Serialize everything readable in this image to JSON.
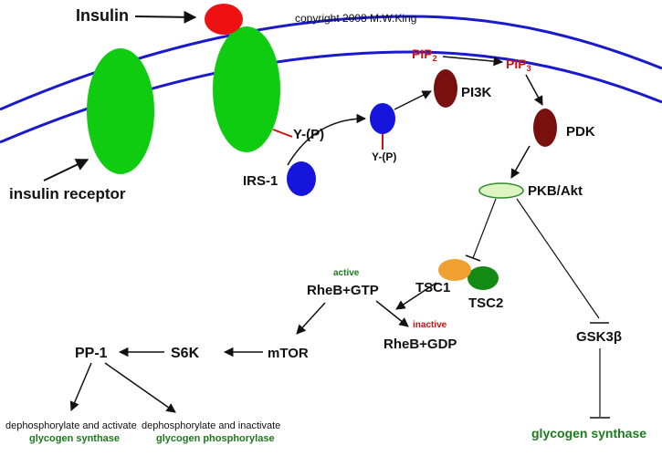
{
  "copyright": "copyright 2008 M.W.King",
  "labels": {
    "insulin": "Insulin",
    "insulin_receptor": "insulin receptor",
    "y_p_receptor": "Y-(P)",
    "irs1": "IRS-1",
    "y_p_irs": "Y-(P)",
    "pi3k": "PI3K",
    "pip2": "PIP",
    "pip2_sub": "2",
    "pip3": "PIP",
    "pip3_sub": "3",
    "pdk": "PDK",
    "pkb_akt": "PKB/Akt",
    "tsc1": "TSC1",
    "tsc2": "TSC2",
    "active": "active",
    "rheb_gtp": "RheB+GTP",
    "inactive": "inactive",
    "rheb_gdp": "RheB+GDP",
    "mtor": "mTOR",
    "s6k": "S6K",
    "pp1": "PP-1",
    "gsk3b": "GSK3β",
    "glycogen_synthase_right": "glycogen synthase",
    "dephos_activate": "dephosphorylate and activate",
    "glycogen_synthase_left": "glycogen synthase",
    "dephos_inactivate": "dephosphorylate and inactivate",
    "glycogen_phosphorylase": "glycogen phosphorylase"
  },
  "colors": {
    "membrane": "#1a1acc",
    "receptor": "#10cc10",
    "insulin": "#ee1111",
    "irs": "#1515dd",
    "kinase": "#7a0f0f",
    "pkb": "#ddf5c0",
    "tsc1": "#f0a030",
    "tsc2": "#138a13",
    "red_text": "#cc1111",
    "green_text": "#1c7a1c"
  }
}
